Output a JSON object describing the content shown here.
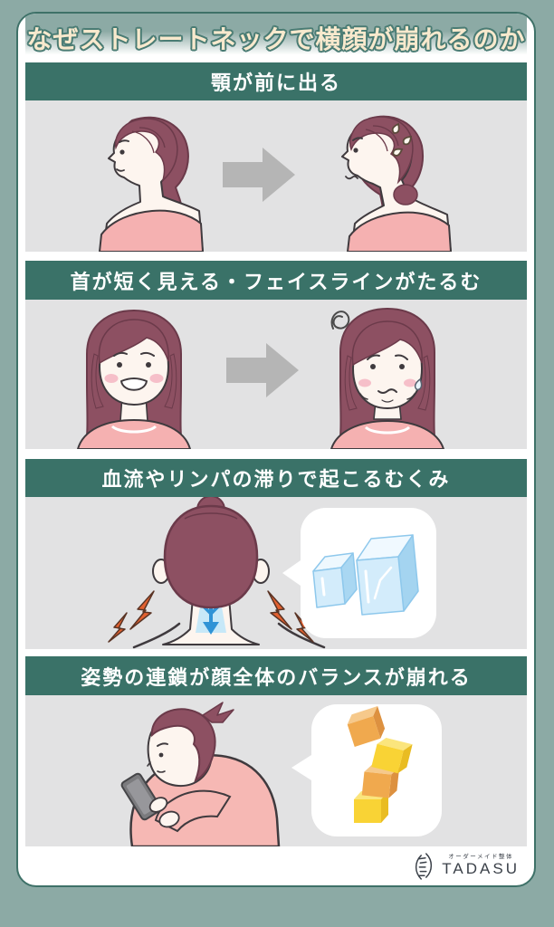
{
  "title": "なぜストレートネックで横顔が崩れるのか",
  "sections": [
    {
      "heading": "顎が前に出る"
    },
    {
      "heading": "首が短く見える・フェイスラインがたるむ"
    },
    {
      "heading": "血流やリンパの滞りで起こるむくみ"
    },
    {
      "heading": "姿勢の連鎖が顔全体のバランスが崩れる"
    }
  ],
  "footer": {
    "brand_tagline": "オーダーメイド整体",
    "brand_name": "TADASU"
  },
  "icons": {
    "arrow_right": "right-arrow between before/after figures",
    "sweat_drops": "sweat drops near strained neck figure",
    "scribble": "distress scribble above sagging face",
    "lightning": "pain flashes at neck sides",
    "down_arrow_neck": "blocked flow arrow on neck",
    "ice_cubes": "ice blocks in speech bubble (coldness / stagnation)",
    "toy_blocks": "wobbling stacked blocks in speech bubble (collapsing balance)",
    "spine_logo": "TADASU spine mark"
  },
  "colors": {
    "background": "#8caaa5",
    "card_border": "#3e7168",
    "section_header_bg": "#3a7268",
    "panel_bg": "#e2e2e3",
    "title_fill": "#f8e9cd",
    "title_outline": "#4a7c74",
    "header_text": "#ffffff",
    "hair": "#8d5062",
    "skin": "#fdf5ef",
    "clothes_pink": "#f5b1b1",
    "arrow_gray": "#b5b5b5",
    "ice_blue": "#d3ecfb",
    "block_yellow": "#f9d335",
    "block_orange": "#f0a94e",
    "bolt_orange": "#e2602f",
    "flow_blue": "#2f93d6",
    "logo_text": "#3b4149"
  }
}
